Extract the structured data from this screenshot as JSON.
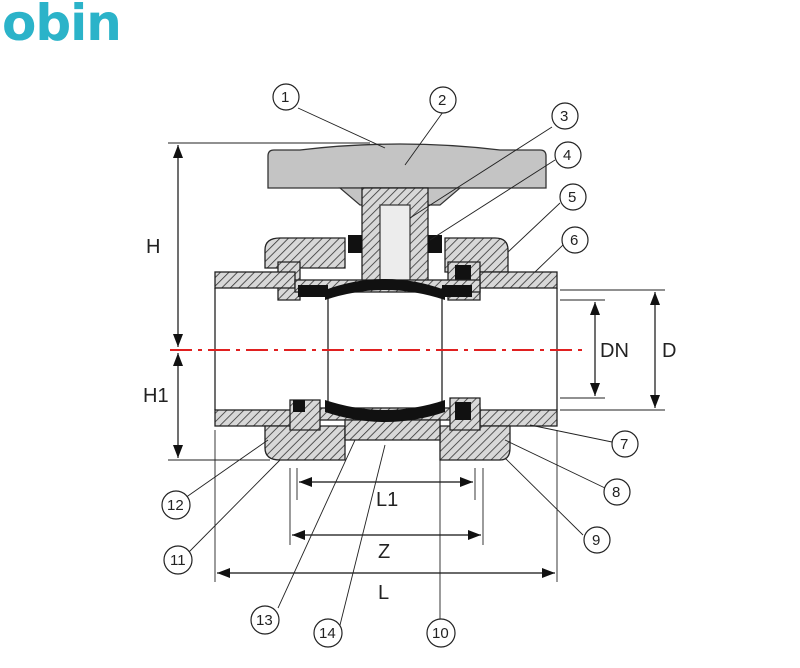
{
  "logo": {
    "text": "obin",
    "color": "#2bb3c9"
  },
  "dimensions": {
    "H": "H",
    "H1": "H1",
    "DN": "DN",
    "D": "D",
    "L1": "L1",
    "Z": "Z",
    "L": "L"
  },
  "callouts": [
    "1",
    "2",
    "3",
    "4",
    "5",
    "6",
    "7",
    "8",
    "9",
    "10",
    "11",
    "12",
    "13",
    "14"
  ],
  "colors": {
    "centerline": "#e02020",
    "hatch": "#333333"
  }
}
